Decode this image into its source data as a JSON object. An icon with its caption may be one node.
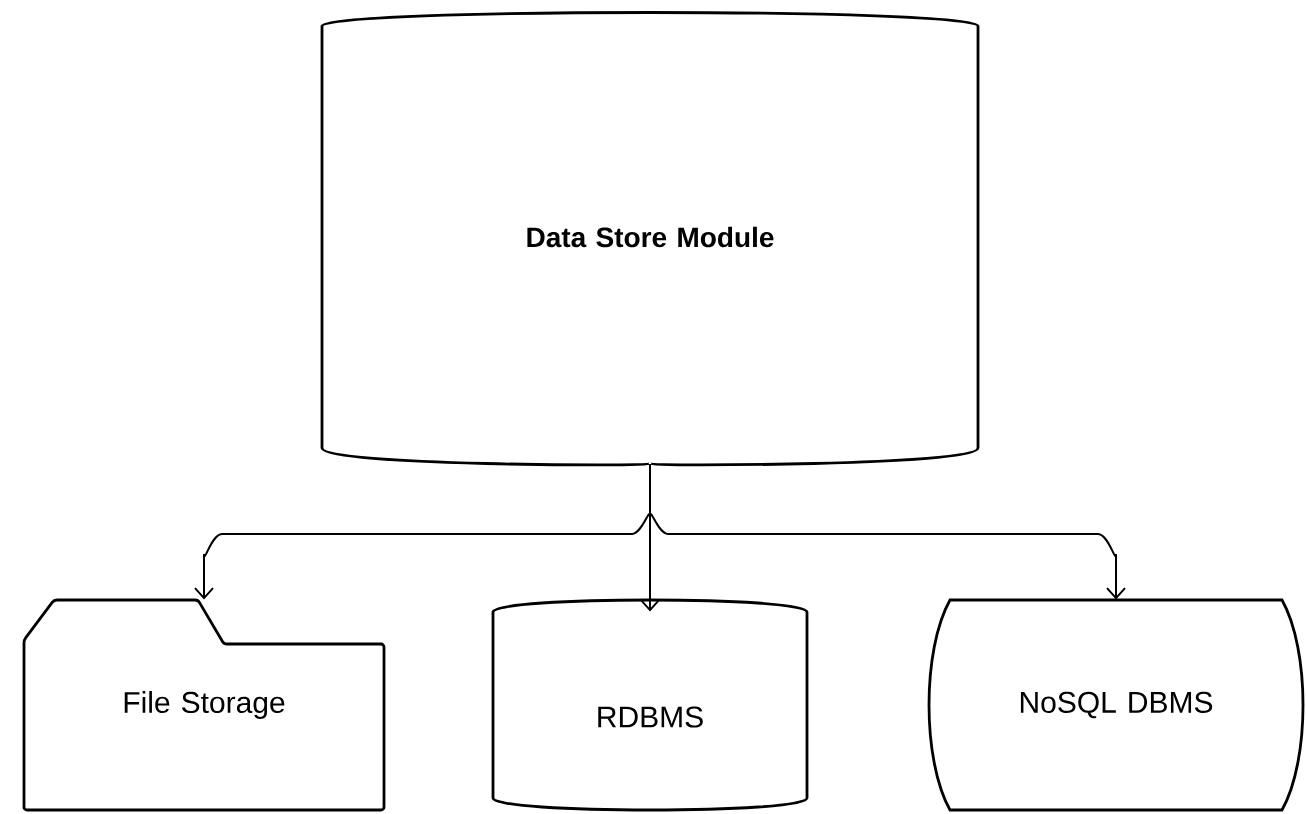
{
  "diagram": {
    "nodes": [
      {
        "text": [
          "Data Store Module"
        ]
      },
      {
        "text": [
          "File Storage"
        ]
      },
      {
        "text": [
          "RDBMS"
        ]
      },
      {
        "text": [
          "NoSQL DBMS"
        ]
      }
    ],
    "edges": [
      {
        "from": 0,
        "to": 1,
        "arrow": "to"
      },
      {
        "from": 0,
        "to": 2,
        "arrow": "to"
      },
      {
        "from": 0,
        "to": 3,
        "arrow": "to"
      }
    ]
  }
}
